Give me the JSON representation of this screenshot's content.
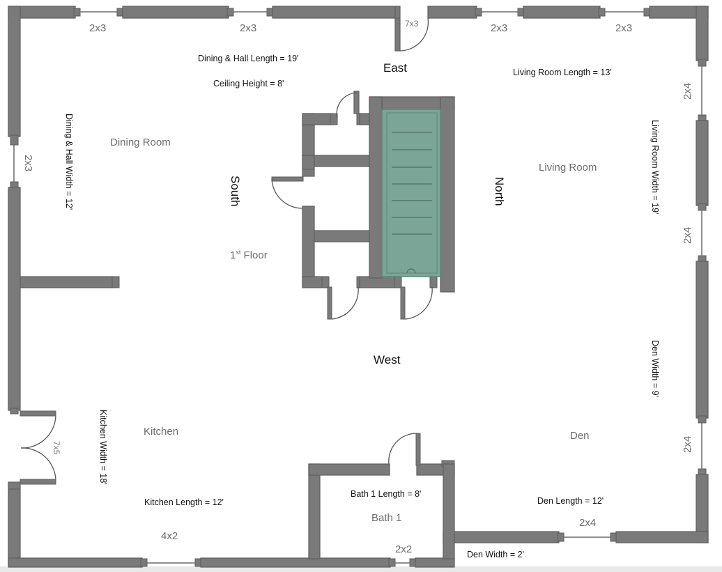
{
  "rooms": {
    "dining": "Dining Room",
    "living": "Living Room",
    "kitchen": "Kitchen",
    "den": "Den",
    "bath": "Bath 1",
    "floor_main": "1",
    "floor_sup": "st",
    "floor_rest": " Floor"
  },
  "directions": {
    "east": "East",
    "west": "West",
    "north": "North",
    "south": "South"
  },
  "dimensions": {
    "dining_hall_length": "Dining & Hall Length = 19'",
    "ceiling_height": "Ceiling Height = 8'",
    "dining_hall_width": "Dining & Hall Width = 12'",
    "living_room_length": "Living Room Length = 13'",
    "living_room_width": "Living Room Width = 19'",
    "den_width_right": "Den Width = 9'",
    "kitchen_width": "Kitchen Width = 18'",
    "kitchen_length": "Kitchen Length = 12'",
    "bath_length": "Bath 1 Length = 8'",
    "den_length": "Den Length = 12'",
    "den_width_bottom": "Den Width = 2'"
  },
  "windows": {
    "top_1": "2x3",
    "top_2": "2x3",
    "top_3": "2x3",
    "top_4": "2x3",
    "left": "2x3",
    "right_1": "2x4",
    "right_2": "2x4",
    "right_3": "2x4",
    "bottom_kitchen": "4x2",
    "bottom_bath": "2x2",
    "bottom_den": "2x4"
  },
  "doors": {
    "front": "7x3",
    "kitchen": "7x5"
  },
  "colors": {
    "wall": "#7a7a7a",
    "stair": "#7ba597",
    "room_label": "#6d6d6d"
  }
}
